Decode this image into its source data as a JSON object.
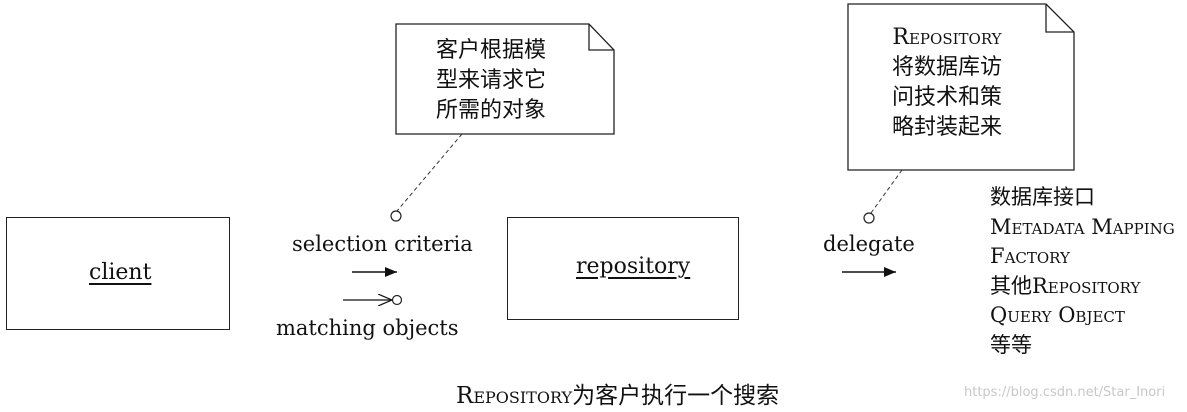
{
  "objects": {
    "client": "client",
    "repository": "repository"
  },
  "messages": {
    "selection_criteria": "selection criteria",
    "matching_objects": "matching objects",
    "delegate": "delegate"
  },
  "notes": {
    "left": [
      "客户根据模",
      "型来请求它",
      "所需的对象"
    ],
    "right": [
      "Repository",
      "将数据库访",
      "问技术和策",
      "略封装起来"
    ]
  },
  "implementations": {
    "line1": "数据库接口",
    "line2": "Metadata Mapping",
    "line3": "Factory",
    "line4_prefix": "其他",
    "line4_sc": "Repository",
    "line5": "Query Object",
    "line6": "等等"
  },
  "caption": {
    "sc": "Repository",
    "rest": "为客户执行一个搜索"
  },
  "watermark": "https://blog.csdn.net/Star_Inori"
}
